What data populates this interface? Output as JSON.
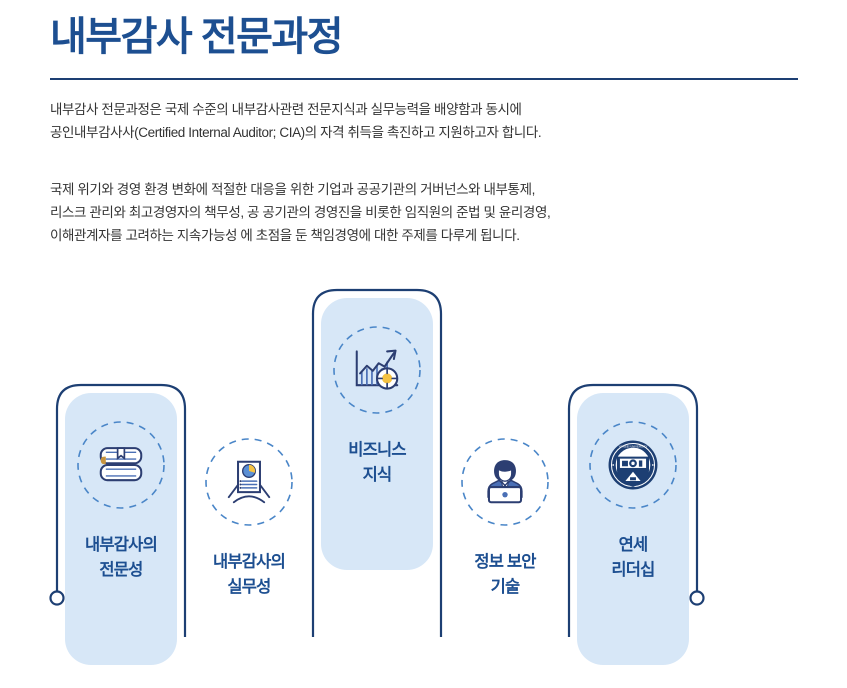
{
  "header": {
    "title": "내부감사 전문과정",
    "divider": "horizontal-rule"
  },
  "intro": {
    "paragraph_1": [
      "내부감사 전문과정은  국제 수준의 내부감사관련 전문지식과 실무능력을 배양함과 동시에",
      "공인내부감사사(Certified Internal Auditor;  CIA)의 자격 취득을 촉진하고 지원하고자 합니다."
    ],
    "paragraph_2": [
      "국제 위기와 경영 환경 변화에  적절한 대응을 위한 기업과 공공기관의 거버넌스와 내부통제,",
      "리스크 관리와 최고경영자의 책무성,  공 공기관의 경영진을 비롯한 임직원의 준법 및 윤리경영,",
      "이해관계자를 고려하는 지속가능성 에 초점을 둔 책임경영에 대한 주제를 다루게 됩니다."
    ]
  },
  "flow": {
    "start_marker": "circle-endpoint-icon",
    "end_marker": "circle-endpoint-icon",
    "cards": [
      {
        "icon": "stacked-books-icon",
        "label_lines": [
          "내부감사의",
          "전문성"
        ],
        "style": "filled"
      },
      {
        "icon": "audit-report-document-icon",
        "label_lines": [
          "내부감사의",
          "실무성"
        ],
        "style": "plain"
      },
      {
        "icon": "growth-chart-target-icon",
        "label_lines": [
          "비즈니스",
          "지식"
        ],
        "style": "filled"
      },
      {
        "icon": "person-laptop-icon",
        "label_lines": [
          "정보 보안",
          "기술"
        ],
        "style": "plain"
      },
      {
        "icon": "yonsei-university-emblem-icon",
        "label_lines": [
          "연세",
          "리더십"
        ],
        "style": "filled"
      }
    ]
  },
  "colors": {
    "navy": "#1d4f91",
    "deep_navy": "#1d3f73",
    "card_fill": "#d7e7f7",
    "dashed_ring": "#4a86c8",
    "accent_gold": "#f5c242",
    "body_text": "#333333"
  }
}
